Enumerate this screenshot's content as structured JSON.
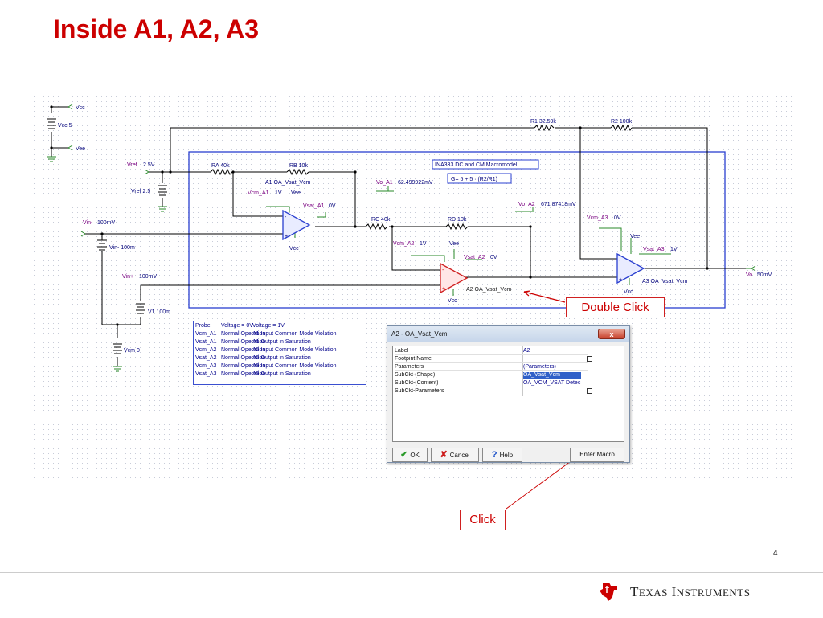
{
  "slide": {
    "title": "Inside A1, A2, A3",
    "page_number": "4"
  },
  "schematic": {
    "labels": {
      "vcc_top": "Vcc",
      "vcc_source": "Vcc 5",
      "vee_top": "Vee",
      "vref": "Vref",
      "vref_val": "2.5V",
      "vref_src": "Vref 2.5",
      "ra": "RA 40k",
      "rb": "RB 10k",
      "rc": "RC 40k",
      "rd": "RD 10k",
      "r1": "R1 32.59k",
      "r2": "R2 100k",
      "a1_name": "A1 OA_Vsat_Vcm",
      "a2_name": "A2 OA_Vsat_Vcm",
      "a3_name": "A3 OA_Vsat_Vcm",
      "vcm_a1": "Vcm_A1",
      "vcm_a1_val": "1V",
      "vee_a1": "Vee",
      "vsat_a1": "Vsat_A1",
      "vsat_a1_val": "0V",
      "vcc_a1": "Vcc",
      "vo_a1": "Vo_A1",
      "vo_a1_val": "62.499922mV",
      "vin_minus": "Vin-",
      "vin_minus_val": "100mV",
      "vin_minus_src": "Vin- 100m",
      "vin_plus": "Vin+",
      "vin_plus_val": "100mV",
      "v1_src": "V1 100m",
      "vcm_src": "Vcm 0",
      "vo_a2": "Vo_A2",
      "vo_a2_val": "671.87418mV",
      "vcm_a2": "Vcm_A2",
      "vcm_a2_val": "1V",
      "vee_a2": "Vee",
      "vsat_a2": "Vsat_A2",
      "vsat_a2_val": "0V",
      "vcc_a2": "Vcc",
      "vcm_a3": "Vcm_A3",
      "vcm_a3_val": "0V",
      "vee_a3": "Vee",
      "vsat_a3": "Vsat_A3",
      "vsat_a3_val": "1V",
      "vcc_a3": "Vcc",
      "vo": "Vo",
      "vo_val": "50mV",
      "macro_title": "INA333 DC and CM Macromodel",
      "gain_eq": "G= 5 + 5 · (R2/R1)"
    }
  },
  "legend": {
    "header": [
      "Probe",
      "Voltage = 0V",
      "Voltage = 1V"
    ],
    "rows": [
      [
        "Vcm_A1",
        "Normal Operation",
        "A1 Input  Common Mode Violation"
      ],
      [
        "Vsat_A1",
        "Normal Operation",
        "A1 Output in Saturation"
      ],
      [
        "Vcm_A2",
        "Normal Operation",
        "A2 Input  Common Mode Violation"
      ],
      [
        "Vsat_A2",
        "Normal Operation",
        "A2 Output in Saturation"
      ],
      [
        "Vcm_A3",
        "Normal Operation",
        "A3 Input  Common Mode Violation"
      ],
      [
        "Vsat_A3",
        "Normal Operation",
        "A3 Output in Saturation"
      ]
    ]
  },
  "callouts": {
    "double_click": "Double Click",
    "click": "Click"
  },
  "dialog": {
    "title": "A2 - OA_Vsat_Vcm",
    "close": "x",
    "properties": [
      {
        "name": "Label",
        "value": "A2",
        "checkbox": false,
        "selected": false
      },
      {
        "name": "Footpint Name",
        "value": "",
        "checkbox": true,
        "selected": false
      },
      {
        "name": "Parameters",
        "value": "(Parameters)",
        "checkbox": false,
        "selected": false
      },
      {
        "name": "SubCkt-(Shape)",
        "value": "OA_Vsat_Vcm",
        "checkbox": false,
        "selected": true
      },
      {
        "name": "SubCkt-(Content)",
        "value": "OA_VCM_VSAT Detec",
        "checkbox": false,
        "selected": false
      },
      {
        "name": "SubCkt-Parameters",
        "value": "",
        "checkbox": true,
        "selected": false
      }
    ],
    "buttons": {
      "ok": "OK",
      "cancel": "Cancel",
      "help": "Help",
      "enter_macro": "Enter Macro"
    }
  },
  "brand": {
    "texas": "Texas",
    "instruments": "Instruments",
    "colors": {
      "title": "#cc0000",
      "ti_red": "#cc0000",
      "macro_border": "#2a3fd0"
    }
  }
}
